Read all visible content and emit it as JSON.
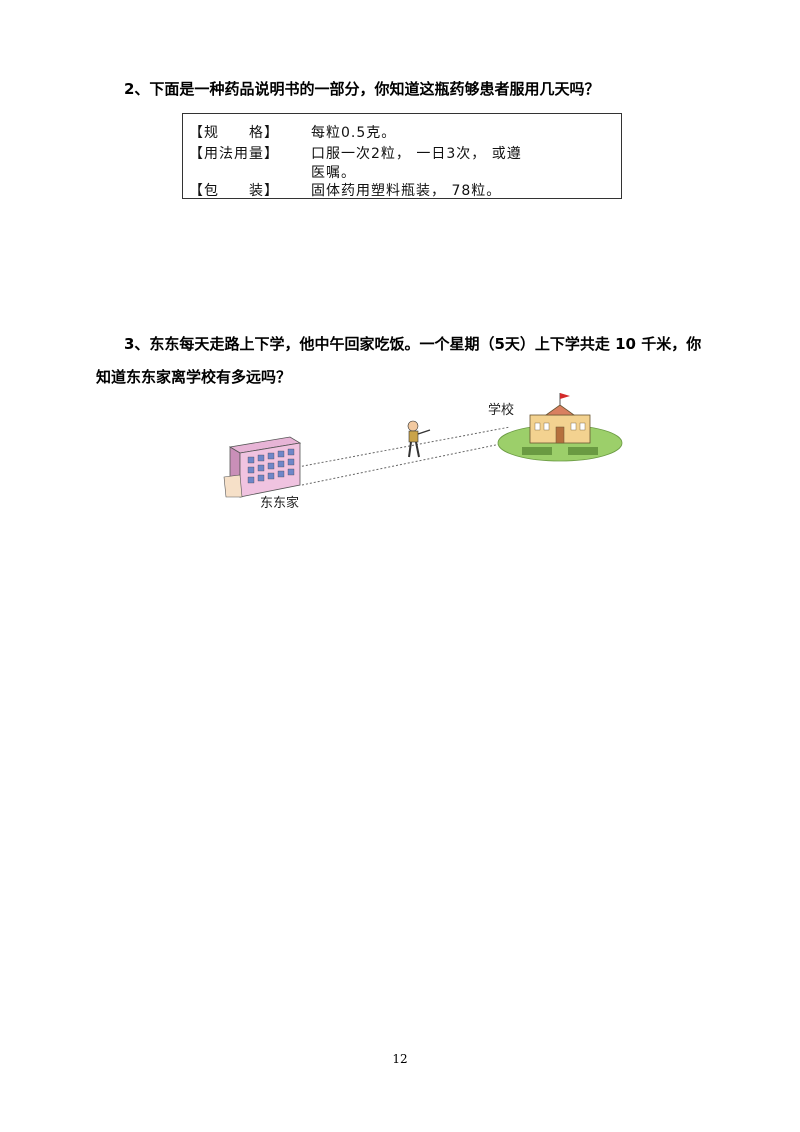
{
  "question2": {
    "title": "2、下面是一种药品说明书的一部分，你知道这瓶药够患者服用几天吗？",
    "spec_rows": [
      {
        "label": "【规　　格】",
        "value": "每粒0.5克。"
      },
      {
        "label": "【用法用量】",
        "value": "口服一次2粒， 一日3次， 或遵"
      },
      {
        "label": "",
        "value": "医嘱。"
      },
      {
        "label": "【包　　装】",
        "value": "固体药用塑料瓶装， 78粒。"
      }
    ]
  },
  "question3": {
    "line1": "3、东东每天走路上下学，他中午回家吃饭。一个星期（5天）上下学共走 10 千米，你",
    "line2": "知道东东家离学校有多远吗？",
    "school_label": "学校",
    "home_label": "东东家"
  },
  "page_number": "12"
}
